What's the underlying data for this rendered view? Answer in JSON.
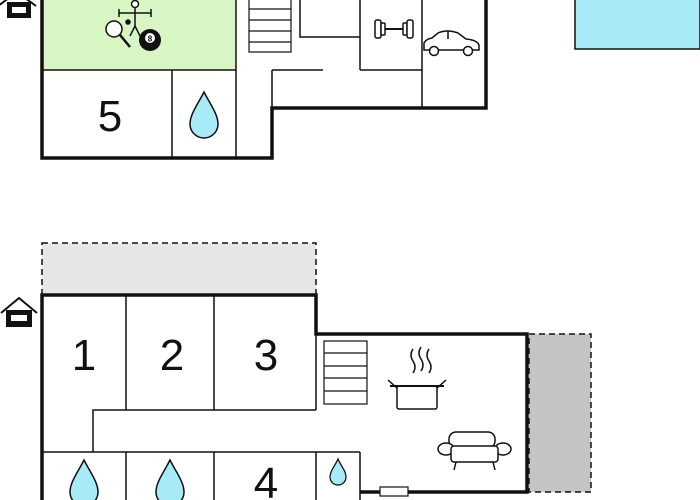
{
  "colors": {
    "wall": "#111111",
    "game_room": "#d8f5c4",
    "pool": "#a8ebf8",
    "terrace": "#e6e6e6",
    "carport": "#c4c4c4",
    "water_drop": "#a8ebf8",
    "background": "#ffffff"
  },
  "upper_floor": {
    "rooms": [
      {
        "id": "5",
        "label": "5"
      }
    ],
    "icons": [
      "entrance-house-icon",
      "table-tennis-icon",
      "foosball-icon",
      "billiard-ball-icon",
      "stairs-icon",
      "dumbbell-icon",
      "car-icon",
      "bathroom-drop-icon"
    ],
    "billiard_ball_number": "8"
  },
  "lower_floor": {
    "rooms": [
      {
        "id": "1",
        "label": "1"
      },
      {
        "id": "2",
        "label": "2"
      },
      {
        "id": "3",
        "label": "3"
      },
      {
        "id": "4",
        "label": "4"
      }
    ],
    "icons": [
      "entrance-house-icon",
      "stairs-icon",
      "cooking-pot-icon",
      "sofa-icon",
      "bathroom-drop-icon",
      "bathroom-drop-icon",
      "toilet-drop-icon",
      "window-icon"
    ]
  }
}
